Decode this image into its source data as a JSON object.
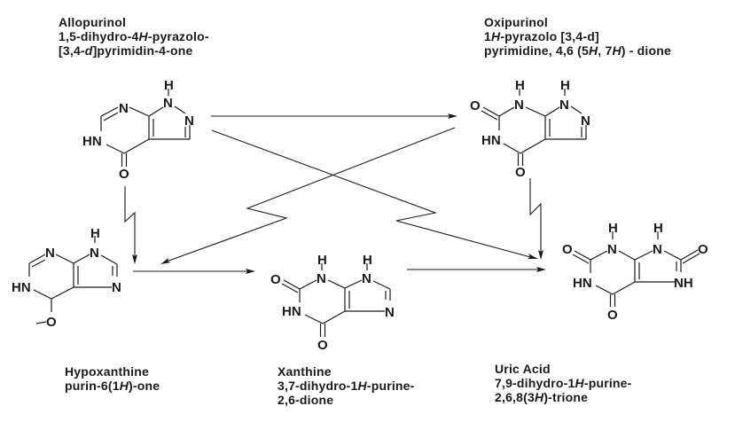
{
  "title": "Allopurinol and purine metabolism to uric acid",
  "compounds": {
    "allopurinol": {
      "name": "Allopurinol",
      "iupac_line1_a": "1,5-dihydro-4",
      "iupac_line1_i": "H",
      "iupac_line1_b": "-pyrazolo-",
      "iupac_line2_a": "[3,4-",
      "iupac_line2_i": "d",
      "iupac_line2_b": "]pyrimidin-4-one",
      "atoms": {
        "h": "H",
        "n1": "N",
        "n2": "N",
        "n_top": "N",
        "hn": "HN",
        "o": "O"
      }
    },
    "oxipurinol": {
      "name": "Oxipurinol",
      "iupac_line1_i": "1H",
      "iupac_line1_b": "-pyrazolo [3,4-d]",
      "iupac_line2_a": "pyrimidine, 4,6 (5",
      "iupac_line2_i1": "H",
      "iupac_line2_c": ", 7",
      "iupac_line2_i2": "H",
      "iupac_line2_d": ") - dione",
      "atoms": {
        "h1": "H",
        "h2": "H",
        "n7": "N",
        "n1": "N",
        "n2": "N",
        "hn": "HN",
        "o1": "O",
        "o2": "O"
      }
    },
    "hypoxanthine": {
      "name": "Hypoxanthine",
      "iupac_a": "purin-6(1",
      "iupac_i": "H",
      "iupac_b": ")-one",
      "atoms": {
        "h": "H",
        "n3": "N",
        "n9": "N",
        "n7": "N",
        "hn": "HN",
        "o": "O"
      }
    },
    "xanthine": {
      "name": "Xanthine",
      "iupac_line1_a": "3,7-dihydro-1",
      "iupac_line1_i": "H",
      "iupac_line1_b": "-purine-",
      "iupac_line2": "2,6-dione",
      "atoms": {
        "h1": "H",
        "h2": "H",
        "n3": "N",
        "n9": "N",
        "n7": "N",
        "hn": "HN",
        "o1": "O",
        "o2": "O"
      }
    },
    "uric_acid": {
      "name": "Uric Acid",
      "iupac_line1_a": "7,9-dihydro-1",
      "iupac_line1_i": "H",
      "iupac_line1_b": "-purine-",
      "iupac_line2_a": "2,6,8(3",
      "iupac_line2_i": "H",
      "iupac_line2_b": ")-trione",
      "atoms": {
        "h1": "H",
        "h2": "H",
        "n3": "N",
        "n9": "N",
        "nh": "NH",
        "hn": "HN",
        "o1": "O",
        "o2": "O",
        "o3": "O"
      }
    }
  },
  "reactions": [
    {
      "from": "Allopurinol",
      "to": "Oxipurinol",
      "type": "arrow"
    },
    {
      "from": "Allopurinol",
      "to": "Hypoxanthine",
      "type": "inhibition-zigzag"
    },
    {
      "from": "Allopurinol",
      "to": "Uric Acid",
      "type": "inhibition-zigzag"
    },
    {
      "from": "Oxipurinol",
      "to": "Hypoxanthine",
      "type": "inhibition-zigzag"
    },
    {
      "from": "Oxipurinol",
      "to": "Uric Acid",
      "type": "inhibition-zigzag"
    },
    {
      "from": "Hypoxanthine",
      "to": "Xanthine",
      "type": "arrow"
    },
    {
      "from": "Xanthine",
      "to": "Uric Acid",
      "type": "arrow"
    }
  ]
}
